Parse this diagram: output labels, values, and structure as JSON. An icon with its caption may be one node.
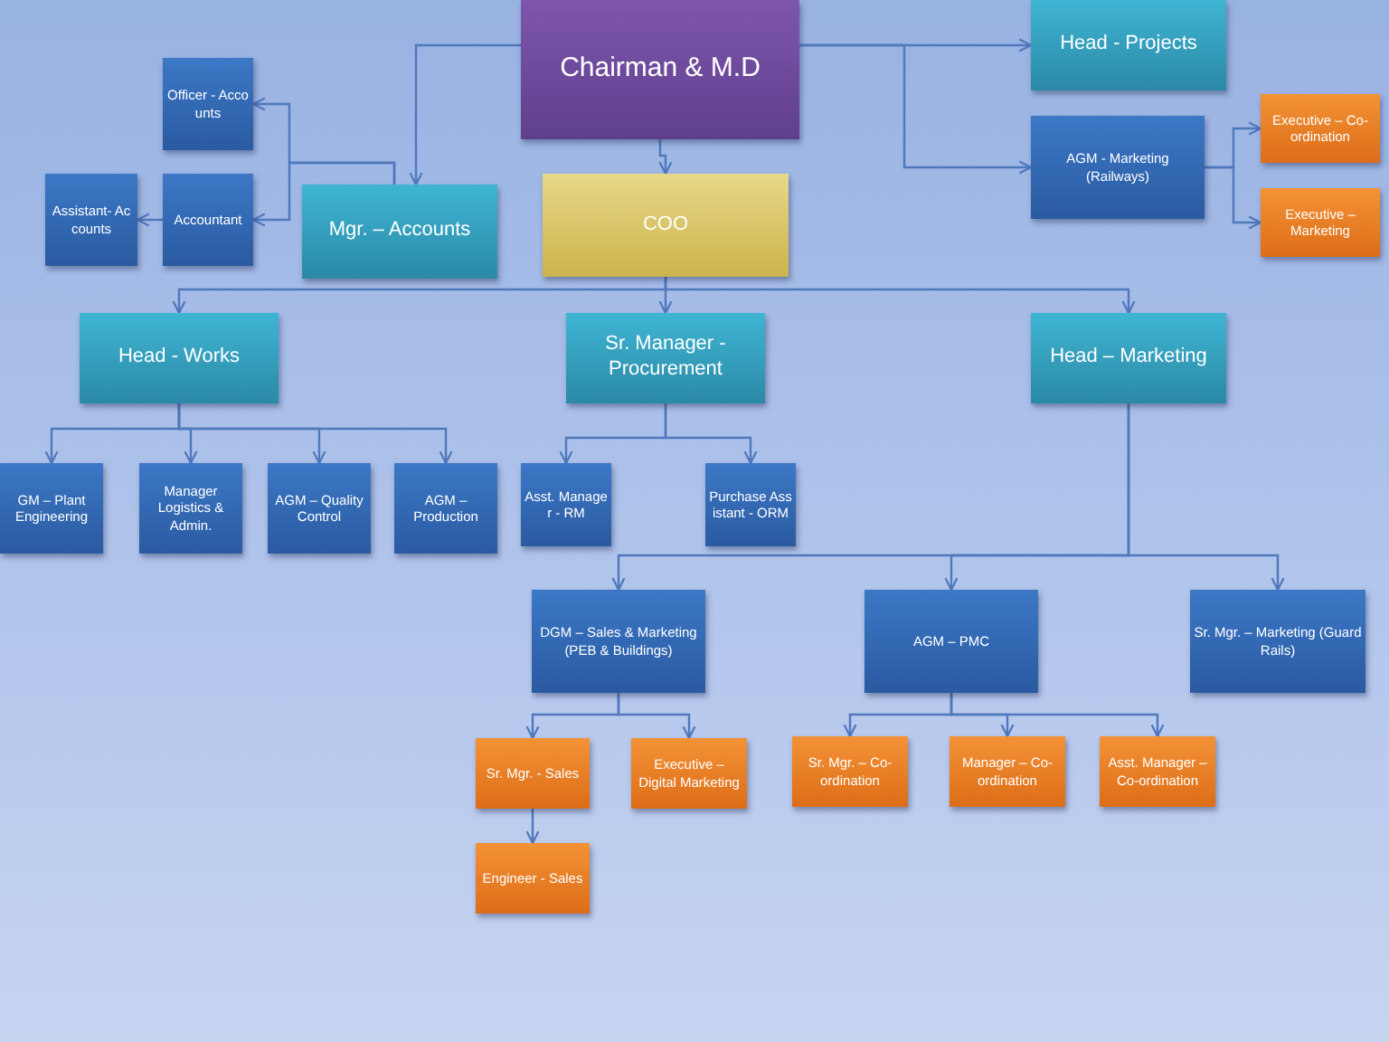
{
  "diagram": {
    "nodes": [
      {
        "text": [
          "Chairman & M.D"
        ]
      },
      {
        "text": [
          "Head - Projects"
        ]
      },
      {
        "text": [
          "AGM -   Marketing (Railways)"
        ]
      },
      {
        "text": [
          "Executive – Co-ordination"
        ]
      },
      {
        "text": [
          "Executive – Marketing"
        ]
      },
      {
        "text": [
          "Officer - Accounts"
        ]
      },
      {
        "text": [
          "Assistant- Accounts"
        ]
      },
      {
        "text": [
          "Accountant"
        ]
      },
      {
        "text": [
          "Mgr. – Accounts"
        ]
      },
      {
        "text": [
          "COO"
        ]
      },
      {
        "text": [
          "Head - Works"
        ]
      },
      {
        "text": [
          "Sr. Manager - Procurement"
        ]
      },
      {
        "text": [
          "Head – Marketing"
        ]
      },
      {
        "text": [
          "GM – Plant Engineering"
        ]
      },
      {
        "text": [
          "Manager Logistics & Admin."
        ]
      },
      {
        "text": [
          "AGM – Quality Control"
        ]
      },
      {
        "text": [
          "AGM – Production"
        ]
      },
      {
        "text": [
          "Asst. Manager - RM"
        ]
      },
      {
        "text": [
          "Purchase Assistant - ORM"
        ]
      },
      {
        "text": [
          "DGM – Sales & Marketing  (PEB & Buildings)"
        ]
      },
      {
        "text": [
          "AGM – PMC"
        ]
      },
      {
        "text": [
          "Sr. Mgr. – Marketing (Guard Rails)"
        ]
      },
      {
        "text": [
          "Sr. Mgr. - Sales"
        ]
      },
      {
        "text": [
          "Executive – Digital Marketing"
        ]
      },
      {
        "text": [
          "Sr. Mgr.  – Co-ordination"
        ]
      },
      {
        "text": [
          "Manager  – Co-ordination"
        ]
      },
      {
        "text": [
          "Asst. Manager – Co-ordination"
        ]
      },
      {
        "text": [
          "Engineer - Sales"
        ]
      }
    ],
    "edges": [
      {
        "from": 0,
        "to": 1,
        "arrow": "to"
      },
      {
        "from": 0,
        "to": 2,
        "arrow": "to"
      },
      {
        "from": 2,
        "to": 3,
        "arrow": "to"
      },
      {
        "from": 2,
        "to": 4,
        "arrow": "to"
      },
      {
        "from": 0,
        "to": 8,
        "arrow": "to"
      },
      {
        "from": 8,
        "to": 5,
        "arrow": "to"
      },
      {
        "from": 8,
        "to": 7,
        "arrow": "to"
      },
      {
        "from": 7,
        "to": 6,
        "arrow": "to"
      },
      {
        "from": 0,
        "to": 9,
        "arrow": "to"
      },
      {
        "from": 9,
        "to": 10,
        "arrow": "to"
      },
      {
        "from": 9,
        "to": 11,
        "arrow": "to"
      },
      {
        "from": 9,
        "to": 12,
        "arrow": "to"
      },
      {
        "from": 10,
        "to": 13,
        "arrow": "to"
      },
      {
        "from": 10,
        "to": 14,
        "arrow": "to"
      },
      {
        "from": 10,
        "to": 15,
        "arrow": "to"
      },
      {
        "from": 10,
        "to": 16,
        "arrow": "to"
      },
      {
        "from": 11,
        "to": 17,
        "arrow": "to"
      },
      {
        "from": 11,
        "to": 18,
        "arrow": "to"
      },
      {
        "from": 12,
        "to": 19,
        "arrow": "to"
      },
      {
        "from": 12,
        "to": 20,
        "arrow": "to"
      },
      {
        "from": 12,
        "to": 21,
        "arrow": "to"
      },
      {
        "from": 19,
        "to": 22,
        "arrow": "to"
      },
      {
        "from": 19,
        "to": 23,
        "arrow": "to"
      },
      {
        "from": 20,
        "to": 24,
        "arrow": "to"
      },
      {
        "from": 20,
        "to": 25,
        "arrow": "to"
      },
      {
        "from": 20,
        "to": 26,
        "arrow": "to"
      },
      {
        "from": 22,
        "to": 27,
        "arrow": "to"
      }
    ]
  }
}
